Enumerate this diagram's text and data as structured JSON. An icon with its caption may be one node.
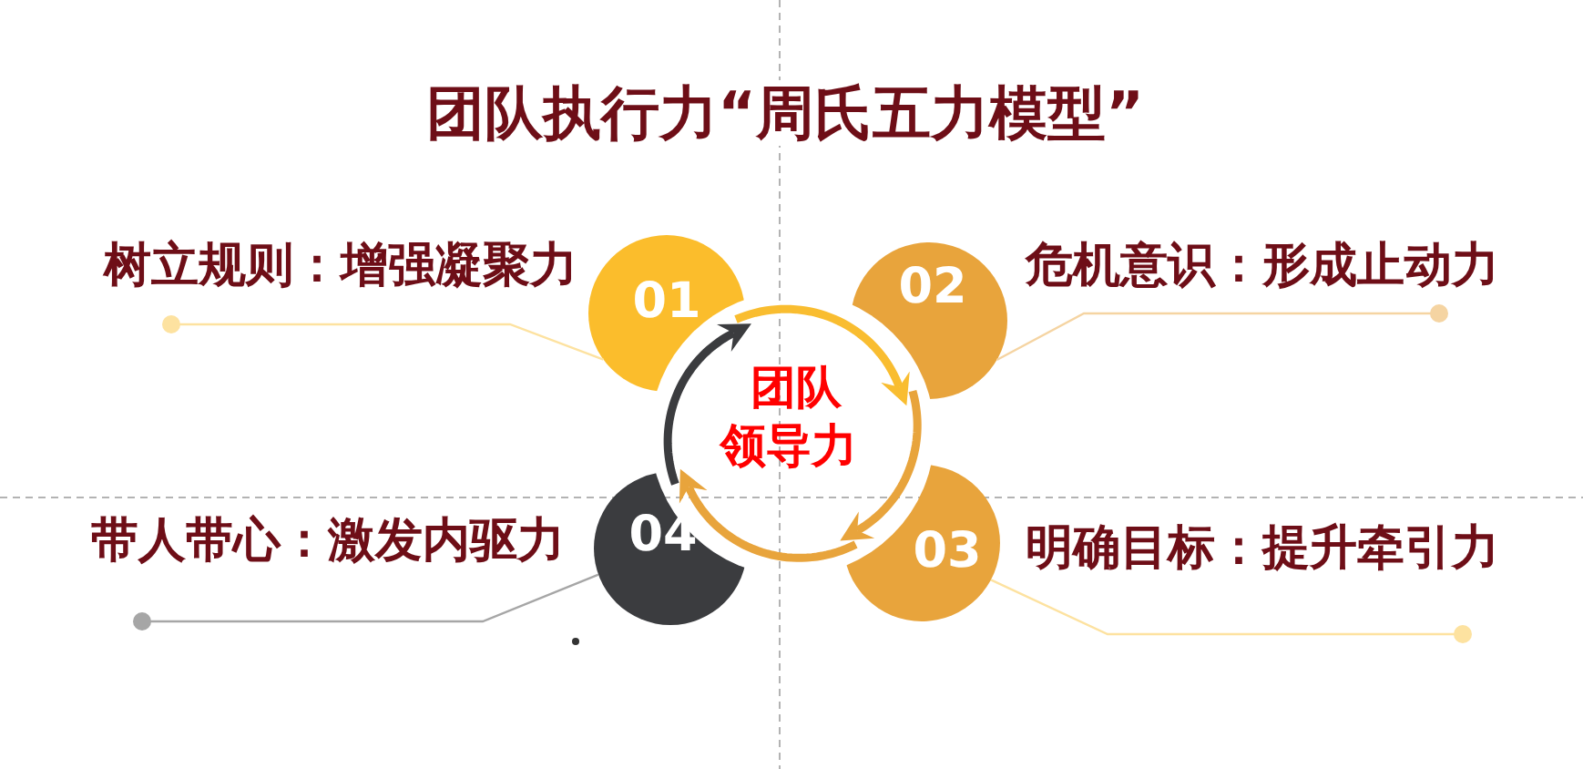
{
  "diagram": {
    "title": "团队执行力“周氏五力模型”",
    "nodes": [
      {
        "text": [
          "树立规则：增强凝聚力"
        ]
      },
      {
        "text": [
          "01"
        ]
      },
      {
        "text": [
          "02"
        ]
      },
      {
        "text": [
          "危机意识：形成止动力"
        ]
      },
      {
        "text": [
          "团队领导力"
        ]
      },
      {
        "text": [
          "带人带心：激发内驱力"
        ]
      },
      {
        "text": [
          "04"
        ]
      },
      {
        "text": [
          "03"
        ]
      },
      {
        "text": [
          "明确目标：提升牵引力"
        ]
      }
    ],
    "edges": [
      {
        "from": 1,
        "to": 2,
        "arrow": "to",
        "style": "thick",
        "color": "#f9bd30"
      },
      {
        "from": 2,
        "to": 7,
        "arrow": "to",
        "style": "thick",
        "color": "#e8a43c"
      },
      {
        "from": 7,
        "to": 6,
        "arrow": "to",
        "style": "thick",
        "color": "#e8a43c"
      },
      {
        "from": 6,
        "to": 1,
        "arrow": "to",
        "style": "thick",
        "color": "#3b3c3f"
      },
      {
        "from": 0,
        "to": 1,
        "arrow": "other",
        "color": "#fde2a0"
      },
      {
        "from": 3,
        "to": 2,
        "arrow": "other",
        "color": "#f5d4a2"
      },
      {
        "from": 8,
        "to": 7,
        "arrow": "other",
        "color": "#fde2a0"
      },
      {
        "from": 5,
        "to": 6,
        "arrow": "other",
        "color": "#a6a6a6"
      }
    ]
  }
}
